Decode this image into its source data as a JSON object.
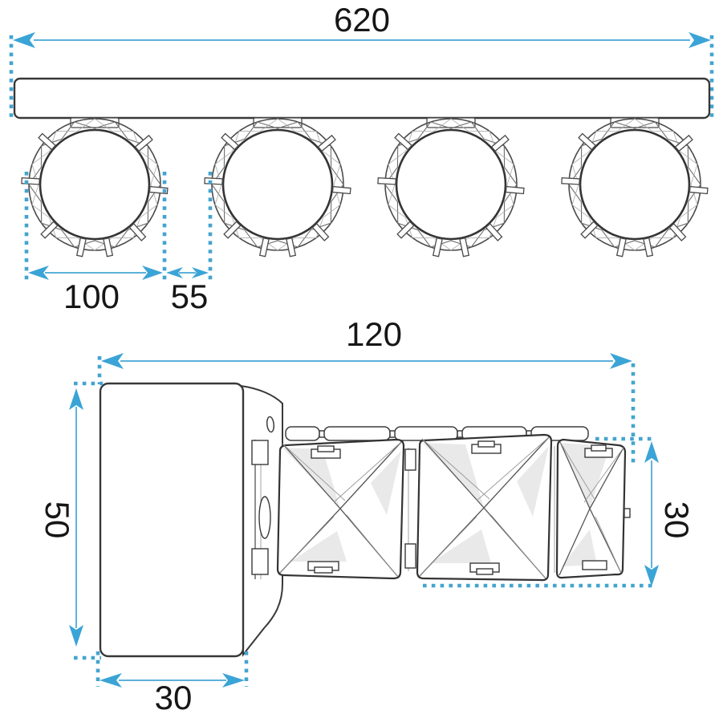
{
  "meta": {
    "accent_color": "#3ba4d6",
    "drawing_line_color": "#383838",
    "background_color": "#ffffff"
  },
  "top_view": {
    "overall_width": "620",
    "shade_diameter": "100",
    "shade_spacing": "55"
  },
  "side_view": {
    "overall_depth": "120",
    "backplate_height": "50",
    "shade_height": "30",
    "backplate_width": "30"
  }
}
